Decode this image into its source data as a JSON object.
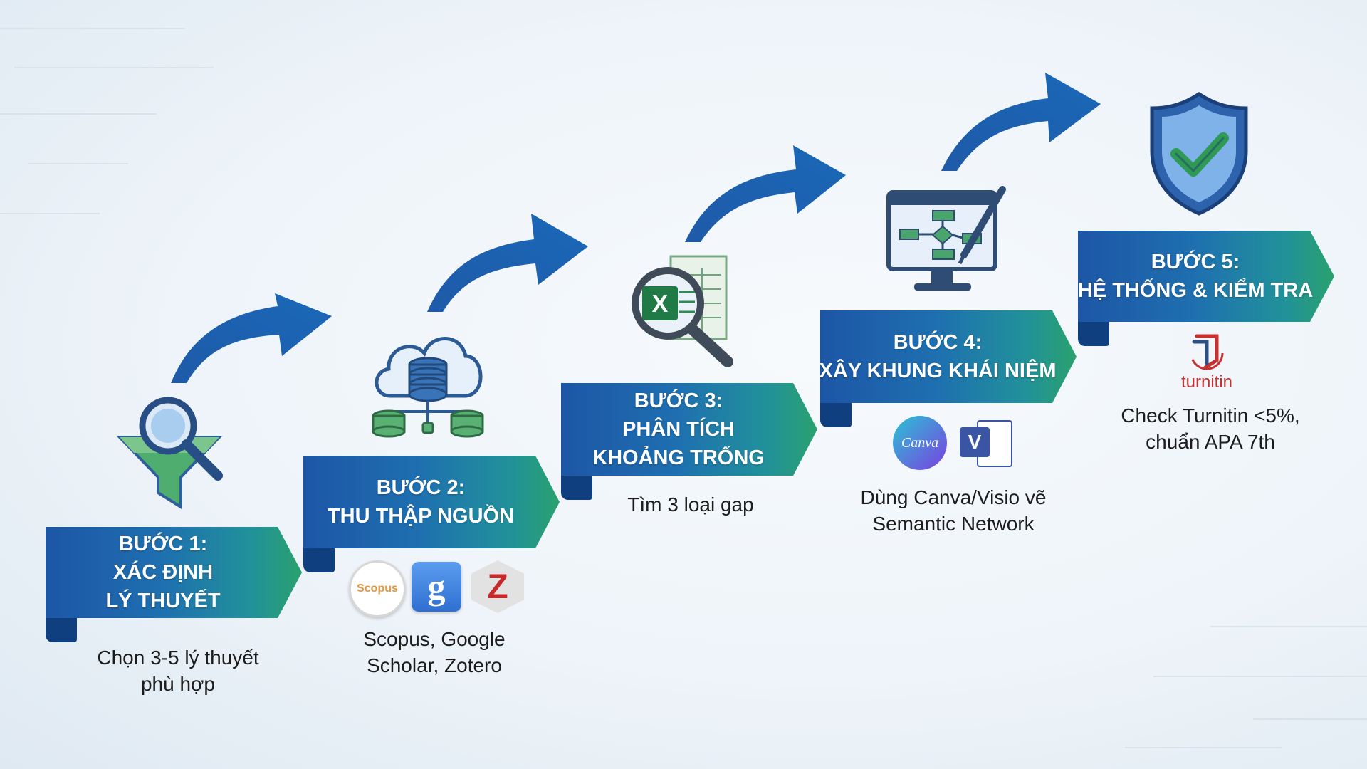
{
  "steps": [
    {
      "title": "BƯỚC 1:",
      "lines": [
        "XÁC ĐỊNH",
        "LÝ THUYẾT"
      ],
      "desc": [
        "Chọn 3-5 lý thuyết",
        "phù hợp"
      ],
      "icon": "funnel-magnifier-icon"
    },
    {
      "title": "BƯỚC 2:",
      "lines": [
        "THU THẬP NGUỒN"
      ],
      "desc": [
        "Scopus, Google",
        "Scholar, Zotero"
      ],
      "icon": "cloud-database-icon",
      "logos": {
        "scopus": "Scopus",
        "google_scholar": "g",
        "zotero": "Z"
      }
    },
    {
      "title": "BƯỚC 3:",
      "lines": [
        "PHÂN TÍCH",
        "KHOẢNG TRỐNG"
      ],
      "desc": [
        "Tìm 3 loại gap"
      ],
      "icon": "excel-magnifier-icon",
      "excel_letter": "X"
    },
    {
      "title": "BƯỚC 4:",
      "lines": [
        "XÂY KHUNG KHÁI NIỆM"
      ],
      "desc": [
        "Dùng Canva/Visio vẽ",
        "Semantic Network"
      ],
      "icon": "monitor-flowchart-icon",
      "logos": {
        "canva": "Canva",
        "visio": "V"
      }
    },
    {
      "title": "BƯỚC 5:",
      "lines": [
        "HỆ THỐNG & KIỂM TRA"
      ],
      "desc": [
        "Check Turnitin <5%,",
        "chuẩn APA 7th"
      ],
      "icon": "shield-check-icon",
      "logos": {
        "turnitin": "turnitin"
      }
    }
  ],
  "colors": {
    "banner_blue": "#1d56a6",
    "banner_green": "#2aa16f",
    "arrow": "#1a5aa6",
    "icon_blue": "#2f6db5",
    "icon_green": "#4caf6e"
  }
}
